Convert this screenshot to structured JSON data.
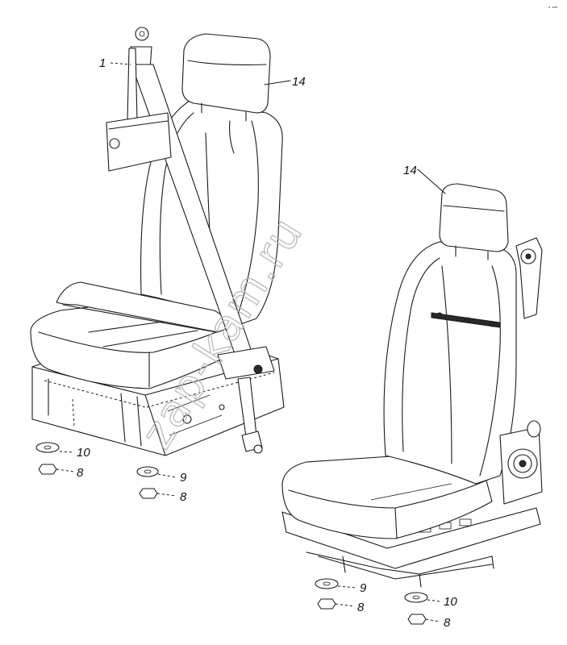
{
  "callouts": {
    "belt": "1",
    "headrest_left": "14",
    "headrest_right": "14",
    "washer_a": "10",
    "nut_a": "8",
    "washer_b": "9",
    "nut_b": "8",
    "washer_c": "9",
    "nut_c": "8",
    "washer_d": "10",
    "nut_d": "8"
  },
  "watermark": "zap-kam.ru",
  "corner_mark": "ᵃ ᵃᵃᵃ"
}
